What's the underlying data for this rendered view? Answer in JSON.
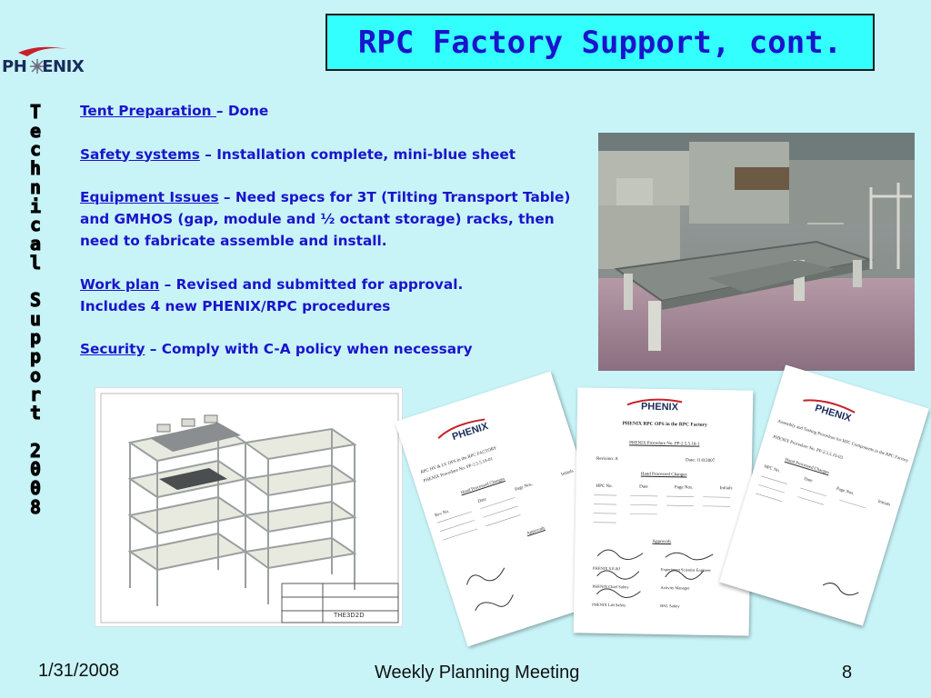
{
  "slide": {
    "title": "RPC Factory Support, cont.",
    "logo_text": "PH",
    "logo_text2": "ENIX",
    "vertical_text": [
      "T",
      "e",
      "c",
      "h",
      "n",
      "i",
      "c",
      "a",
      "l",
      "",
      "S",
      "u",
      "p",
      "p",
      "o",
      "r",
      "t",
      "",
      "2",
      "0",
      "0",
      "8"
    ]
  },
  "items": [
    {
      "label": "Tent Preparation ",
      "text": "– Done"
    },
    {
      "label": "Safety systems",
      "text": " – Installation complete, mini-blue sheet"
    },
    {
      "label": "Equipment Issues",
      "text": " – Need specs for 3T (Tilting Transport Table) and GMHOS (gap, module and ½ octant storage) racks, then need to fabricate assemble and install."
    },
    {
      "label": "Work plan",
      "text": " – Revised and submitted for approval. Includes 4 new PHENIX/RPC procedures"
    },
    {
      "label": "Security",
      "text": " – Comply with C-A policy when necessary"
    }
  ],
  "documents": {
    "doc_left": {
      "logo": "PHENIX",
      "heading": "RPC HV & LV OPS in the RPC FACTORY",
      "proc": "PHENIX Procedure No. PP-2.5.5.10-01",
      "history": "Hand Processed Changes",
      "cols": [
        "Rev No.",
        "Date",
        "Page Nos.",
        "Initials"
      ],
      "approvals": "Approvals"
    },
    "doc_middle": {
      "logo": "PHENIX",
      "heading": "PHENIX RPC OPS in the RPC Factory",
      "proc": "PHENIX Procedure No. PP-2.5.5.10-1",
      "revision": "Revision: A",
      "date": "Date: 11/8/2007",
      "history": "Hand Processed Changes",
      "cols": [
        "HPC No.",
        "Date",
        "Page Nos.",
        "Initials"
      ],
      "approvals": "Approvals",
      "signers": [
        "PHENIX S.E.&I",
        "PHENIX Chief Safety",
        "PHENIX Lab Safety",
        "Experiment Scientist Engineer",
        "Activity Manager",
        "BNL Safety"
      ]
    },
    "doc_right": {
      "logo": "PHENIX",
      "heading": "Assembly and Testing Procedure for RPC Components in the RPC Factory",
      "proc": "PHENIX Procedure No. PP-2.5.5.10-03",
      "history": "Hand Processed Changes",
      "cols": [
        "HPC No.",
        "Date",
        "Page Nos.",
        "Initials"
      ]
    }
  },
  "drawing": {
    "title_block": "THE3D2D"
  },
  "footer": {
    "date": "1/31/2008",
    "meeting": "Weekly Planning Meeting",
    "page": "8"
  },
  "colors": {
    "background": "#c8f4f8",
    "title_box": "#33ffff",
    "title_text": "#1a14cc",
    "body_text": "#1a14cc"
  }
}
